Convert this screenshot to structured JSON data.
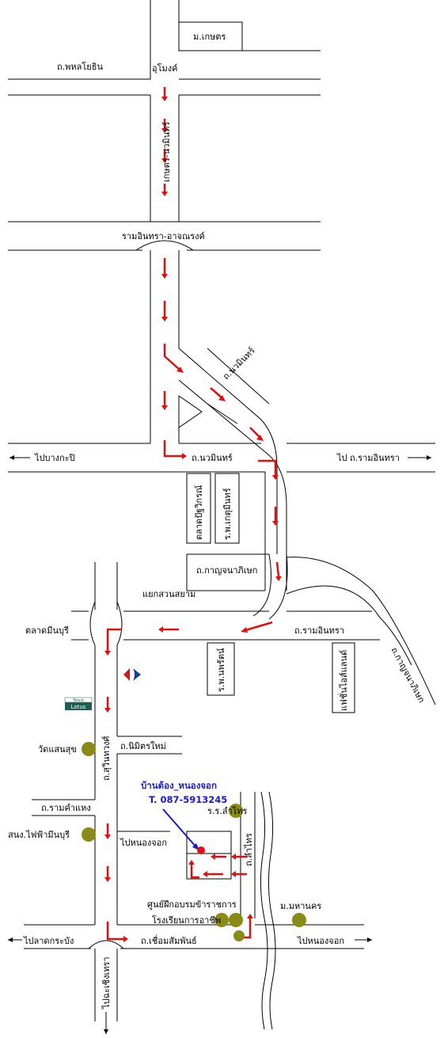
{
  "labels": {
    "kasetsart": "ม.เกษตร",
    "phahon": "ถ.พหลโยธิน",
    "tunnel": "อุโมงค์",
    "kaset_nawamin": "เกษตร-นวมินทร์",
    "ramintra_arch": "รามอินทรา-อาจณรงค์",
    "nawamin_diag": "ถ.นวมินทร์",
    "to_bangkapi": "ไปบางกะปิ",
    "to_ramintra": "ไป ถ.รามอินทรา",
    "nawamin_road": "ถ.นวมินทร์",
    "pattanakarn_market": "ตลาดปัฐวิกรณ์",
    "nawamin_hospital": "ร.พ.เกตุมีนทร์",
    "kanchana_top": "ถ.กาญจนาภิเษก",
    "suan_siam": "แยกสวนสยาม",
    "minburi_market": "ตลาดมีนบุรี",
    "ramintra_road": "ถ.รามอินทรา",
    "kanchana_diag": "ถ.กาญจนาภิเษก",
    "nawamin_hosp2": "ร.พ.นพรัตน์",
    "fashion_island": "แฟชั่นไอส์แลนด์",
    "tesco": "Tesco",
    "lotus": "Lotus",
    "wat_saensuk": "วัดแสนสุข",
    "suwinthawong": "ถ.สุวินทวงศ์",
    "nimit_mai": "ถ.นิมิตรใหม่",
    "ramkhamhaeng": "ถ.รามคำแหง",
    "power_minburi": "สนง.ไฟฟ้ามีนบุรี",
    "to_nongchok": "ไปหนองจอก",
    "lamthai_school": "ร.ร.ลำไทร",
    "lamthai_road": "ถ.ลำไทร",
    "training_center": "ศูนย์ฝึกอบรมข้าราชการ",
    "vocational_school": "โรงเรียนการอาชีพ",
    "mahanakorn": "ม.มหานคร",
    "to_latkrabang": "ไปลาดกระบัง",
    "chueam_road": "ถ.เชื่อมสัมพันธ์",
    "to_nongchok2": "ไปหนองจอก",
    "to_chachoengsao": "ไปฉะเชิงเทรา"
  },
  "destination": {
    "name": "บ้านต้อง_หนองจอก",
    "phone": "T. 087-5913245"
  },
  "colors": {
    "route": "#e01010",
    "marker": "#8a8a18",
    "destination_text": "#1a1acc",
    "carrefour_blue": "#1a3a9a",
    "carrefour_red": "#d01818",
    "tesco_bg": "#1e5e52"
  },
  "icons": {
    "route_arrow": "arrow-icon",
    "place_marker": "circle-marker-icon",
    "carrefour": "carrefour-logo-icon",
    "tesco": "tesco-lotus-logo-icon"
  }
}
